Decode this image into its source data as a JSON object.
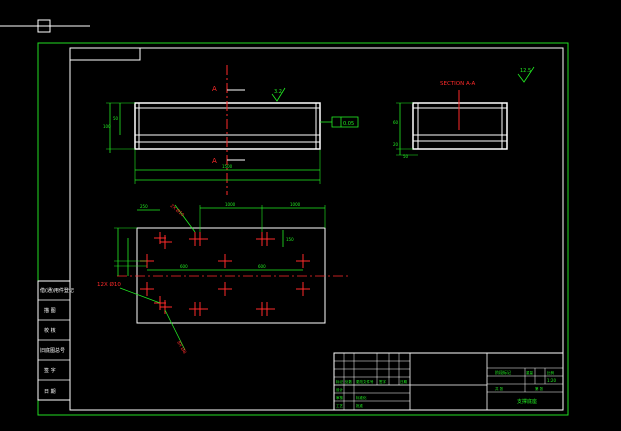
{
  "drawing": {
    "section_label": "SECTION  A-A",
    "cut_label_top": "A",
    "cut_label_bottom": "A",
    "surface_finish_main": "3.2",
    "surface_finish_section": "12.5",
    "flatness_tolerance": "0.05",
    "hole_callout_top": "2X Ø10",
    "hole_callout_mid": "12X Ø10",
    "hole_callout_bot": "8X Ø8",
    "dimensions": {
      "top_overall": "1500",
      "top_height_a": "100",
      "top_height_b": "50",
      "plan_span_1": "1000",
      "plan_span_2": "1000",
      "plan_span_3": "600",
      "plan_span_4": "600",
      "plan_side_1": "250",
      "plan_side_2": "150",
      "section_h1": "60",
      "section_h2": "20",
      "section_w": "50"
    }
  },
  "left_strip": {
    "items": [
      "借(通)用件登记",
      "描  图",
      "校  核",
      "旧底图总号",
      "签  字",
      "日  期"
    ]
  },
  "title_block": {
    "drawing_name": "支撑底座",
    "scale": "1:20",
    "stage": "阶段标记",
    "weight_label": "重量",
    "ratio_label": "比例",
    "sheet_label": "共  张",
    "sheet_of": "第  张",
    "rows": [
      "设计",
      "审核",
      "工艺",
      "标准化",
      "批准"
    ],
    "change_header": [
      "标记",
      "处数",
      "更改文件号",
      "签字",
      "日期"
    ]
  },
  "colors": {
    "border": "#22dd22",
    "frame": "#ffffff",
    "red": "#ff2a2a",
    "dim": "#22ee22"
  }
}
